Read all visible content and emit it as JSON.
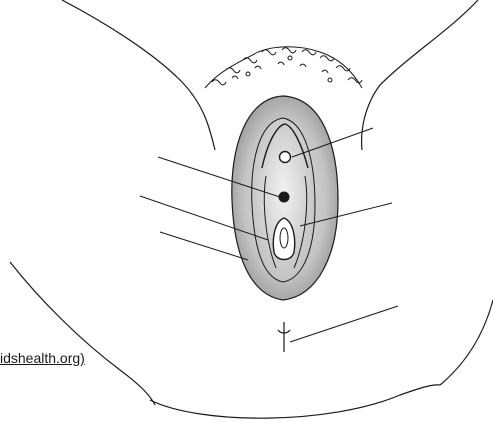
{
  "source_credit": "idshealth.org)",
  "colors": {
    "ink": "#1a1a1a",
    "shade_dark": "#8f8f8f",
    "shade_mid": "#b9b9b9",
    "shade_light": "#dedede",
    "paper": "#ffffff"
  },
  "leader_lines": [
    {
      "id": "leader-upper-right"
    },
    {
      "id": "leader-upper-left"
    },
    {
      "id": "leader-middle-left"
    },
    {
      "id": "leader-middle-right"
    },
    {
      "id": "leader-lower-left"
    },
    {
      "id": "leader-bottom-right"
    }
  ]
}
